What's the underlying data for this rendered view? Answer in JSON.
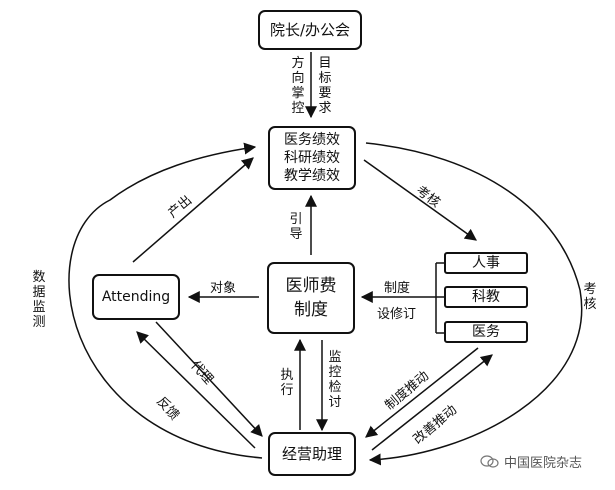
{
  "nodes": {
    "president": "院长/办公会",
    "performance": [
      "医务绩效",
      "科研绩效",
      "教学绩效"
    ],
    "doctor_fee": [
      "医师费",
      "制度"
    ],
    "attending": "Attending",
    "hr": "人事",
    "research_edu": "科教",
    "medical": "医务",
    "assistant": "经营助理"
  },
  "labels": {
    "direction_control": "方向掌控",
    "target_requirement": "目标要求",
    "output": "产出",
    "assess_top": "考核",
    "guide": "引导",
    "object": "对象",
    "institution": "制度",
    "design_revise": "设修订",
    "data_monitor": "数据监测",
    "assess_right": "考核",
    "execute": "执行",
    "monitor_check": "监控检讨",
    "proxy": "代理",
    "feedback": "反馈",
    "system_push": "制度推动",
    "improve_push": "改善推动"
  },
  "watermark": "中国医院杂志"
}
